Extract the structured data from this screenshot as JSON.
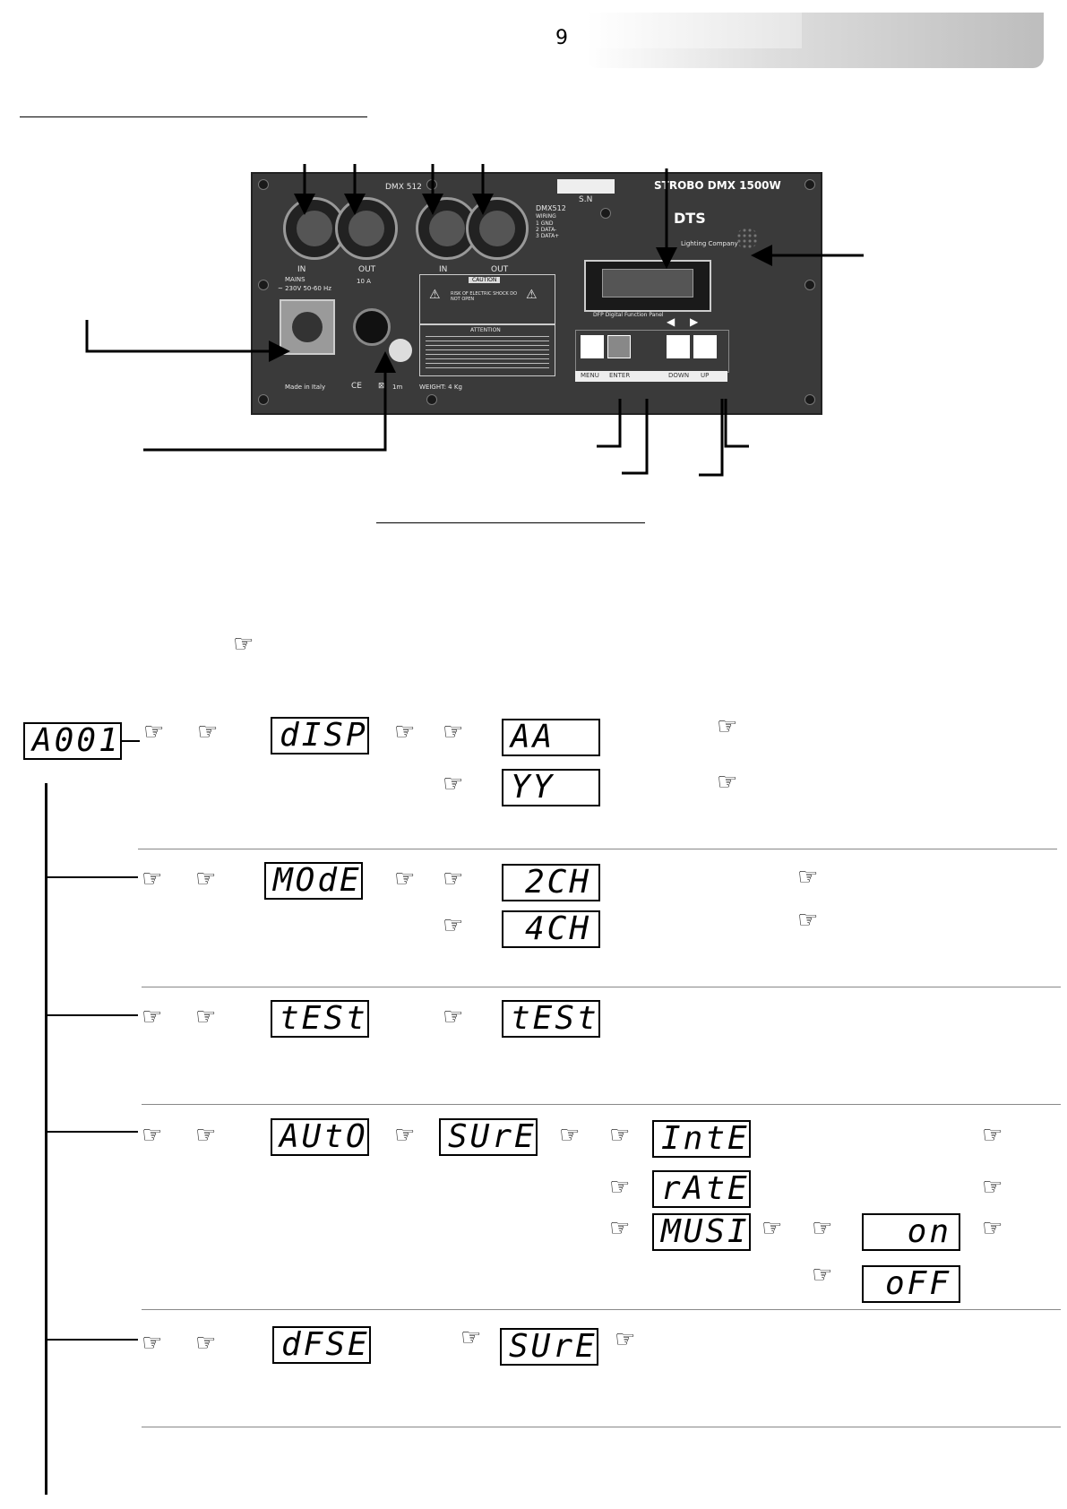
{
  "header": {
    "page_number": "9"
  },
  "panel": {
    "dmx_label": "DMX 512",
    "in_label_1": "IN",
    "out_label_1": "OUT",
    "in_label_2": "IN",
    "out_label_2": "OUT",
    "serial_label": "S.N",
    "model_title": "STROBO DMX 1500W",
    "brand_logo": "DTS",
    "company": "Lighting Company",
    "dmx_wiring_title": "DMX512",
    "dmx_wiring_sub": "WIRING",
    "dmx_wiring_1": "1 GND",
    "dmx_wiring_2": "2 DATA-",
    "dmx_wiring_3": "3 DATA+",
    "mains_label": "MAINS",
    "mains_spec": "~ 230V 50-60 Hz",
    "fuse_label": "10 A",
    "caution_title": "CAUTION",
    "caution_text": "RISK OF ELECTRIC SHOCK DO NOT OPEN",
    "attention_title": "ATTENTION",
    "display_caption": "DFP Digital Function Panel",
    "btn_menu": "MENU",
    "btn_enter": "ENTER",
    "btn_down": "DOWN",
    "btn_up": "UP",
    "made_in": "Made in Italy",
    "weight": "WEIGHT: 4 Kg",
    "distance": "1m"
  },
  "lcd": {
    "start": "A001",
    "disp": "dISP",
    "aa": "AA",
    "yy": "YY",
    "mode": "MOdE",
    "ch2": "2CH",
    "ch4": "4CH",
    "test1": "tESt",
    "test2": "tESt",
    "auto": "AUtO",
    "sure1": "SUrE",
    "inte": "IntE",
    "rate": "rAtE",
    "musi": "MUSI",
    "on": "on",
    "off": "oFF",
    "dfse": "dFSE",
    "sure2": "SUrE"
  },
  "icons": {
    "pointer": "hand-pointer-icon",
    "pointer_glyph": "☞"
  }
}
